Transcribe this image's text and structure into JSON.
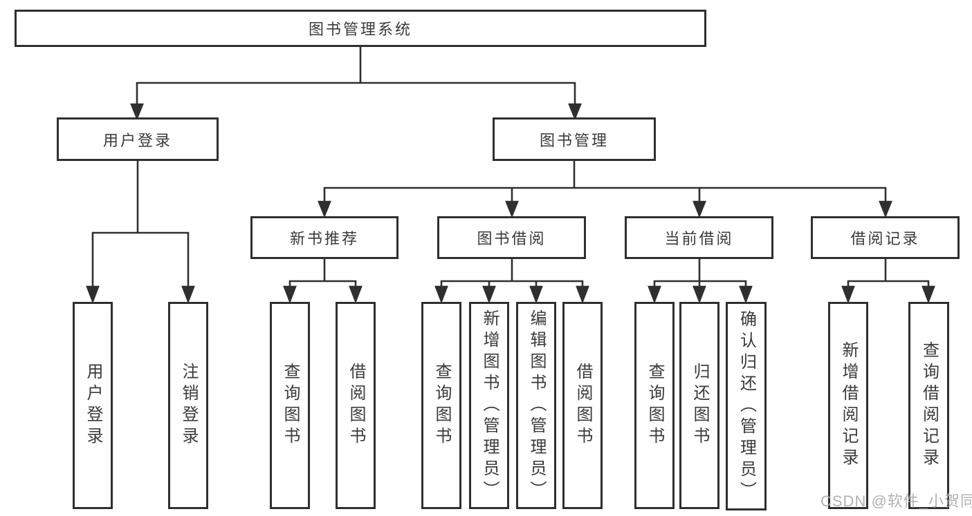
{
  "diagram": {
    "root": {
      "label": "图书管理系统"
    },
    "level2": [
      {
        "label": "用户登录",
        "children": [
          {
            "label": "用户登录"
          },
          {
            "label": "注销登录"
          }
        ]
      },
      {
        "label": "图书管理",
        "children": [
          {
            "label": "新书推荐",
            "children": [
              {
                "label": "查询图书"
              },
              {
                "label": "借阅图书"
              }
            ]
          },
          {
            "label": "图书借阅",
            "children": [
              {
                "label": "查询图书"
              },
              {
                "label": "新增图书（管理员）"
              },
              {
                "label": "编辑图书（管理员）"
              },
              {
                "label": "借阅图书"
              }
            ]
          },
          {
            "label": "当前借阅",
            "children": [
              {
                "label": "查询图书"
              },
              {
                "label": "归还图书"
              },
              {
                "label": "确认归还（管理员）"
              }
            ]
          },
          {
            "label": "借阅记录",
            "children": [
              {
                "label": "新增借阅记录"
              },
              {
                "label": "查询借阅记录"
              }
            ]
          }
        ]
      }
    ],
    "watermark": "CSDN @软件_小贺同学",
    "colors": {
      "line": "#2f2f2f",
      "box_border": "#2f2f2f",
      "box_fill": "#ffffff",
      "text": "#3a3a3a",
      "watermark": "#aaaaaa"
    }
  }
}
